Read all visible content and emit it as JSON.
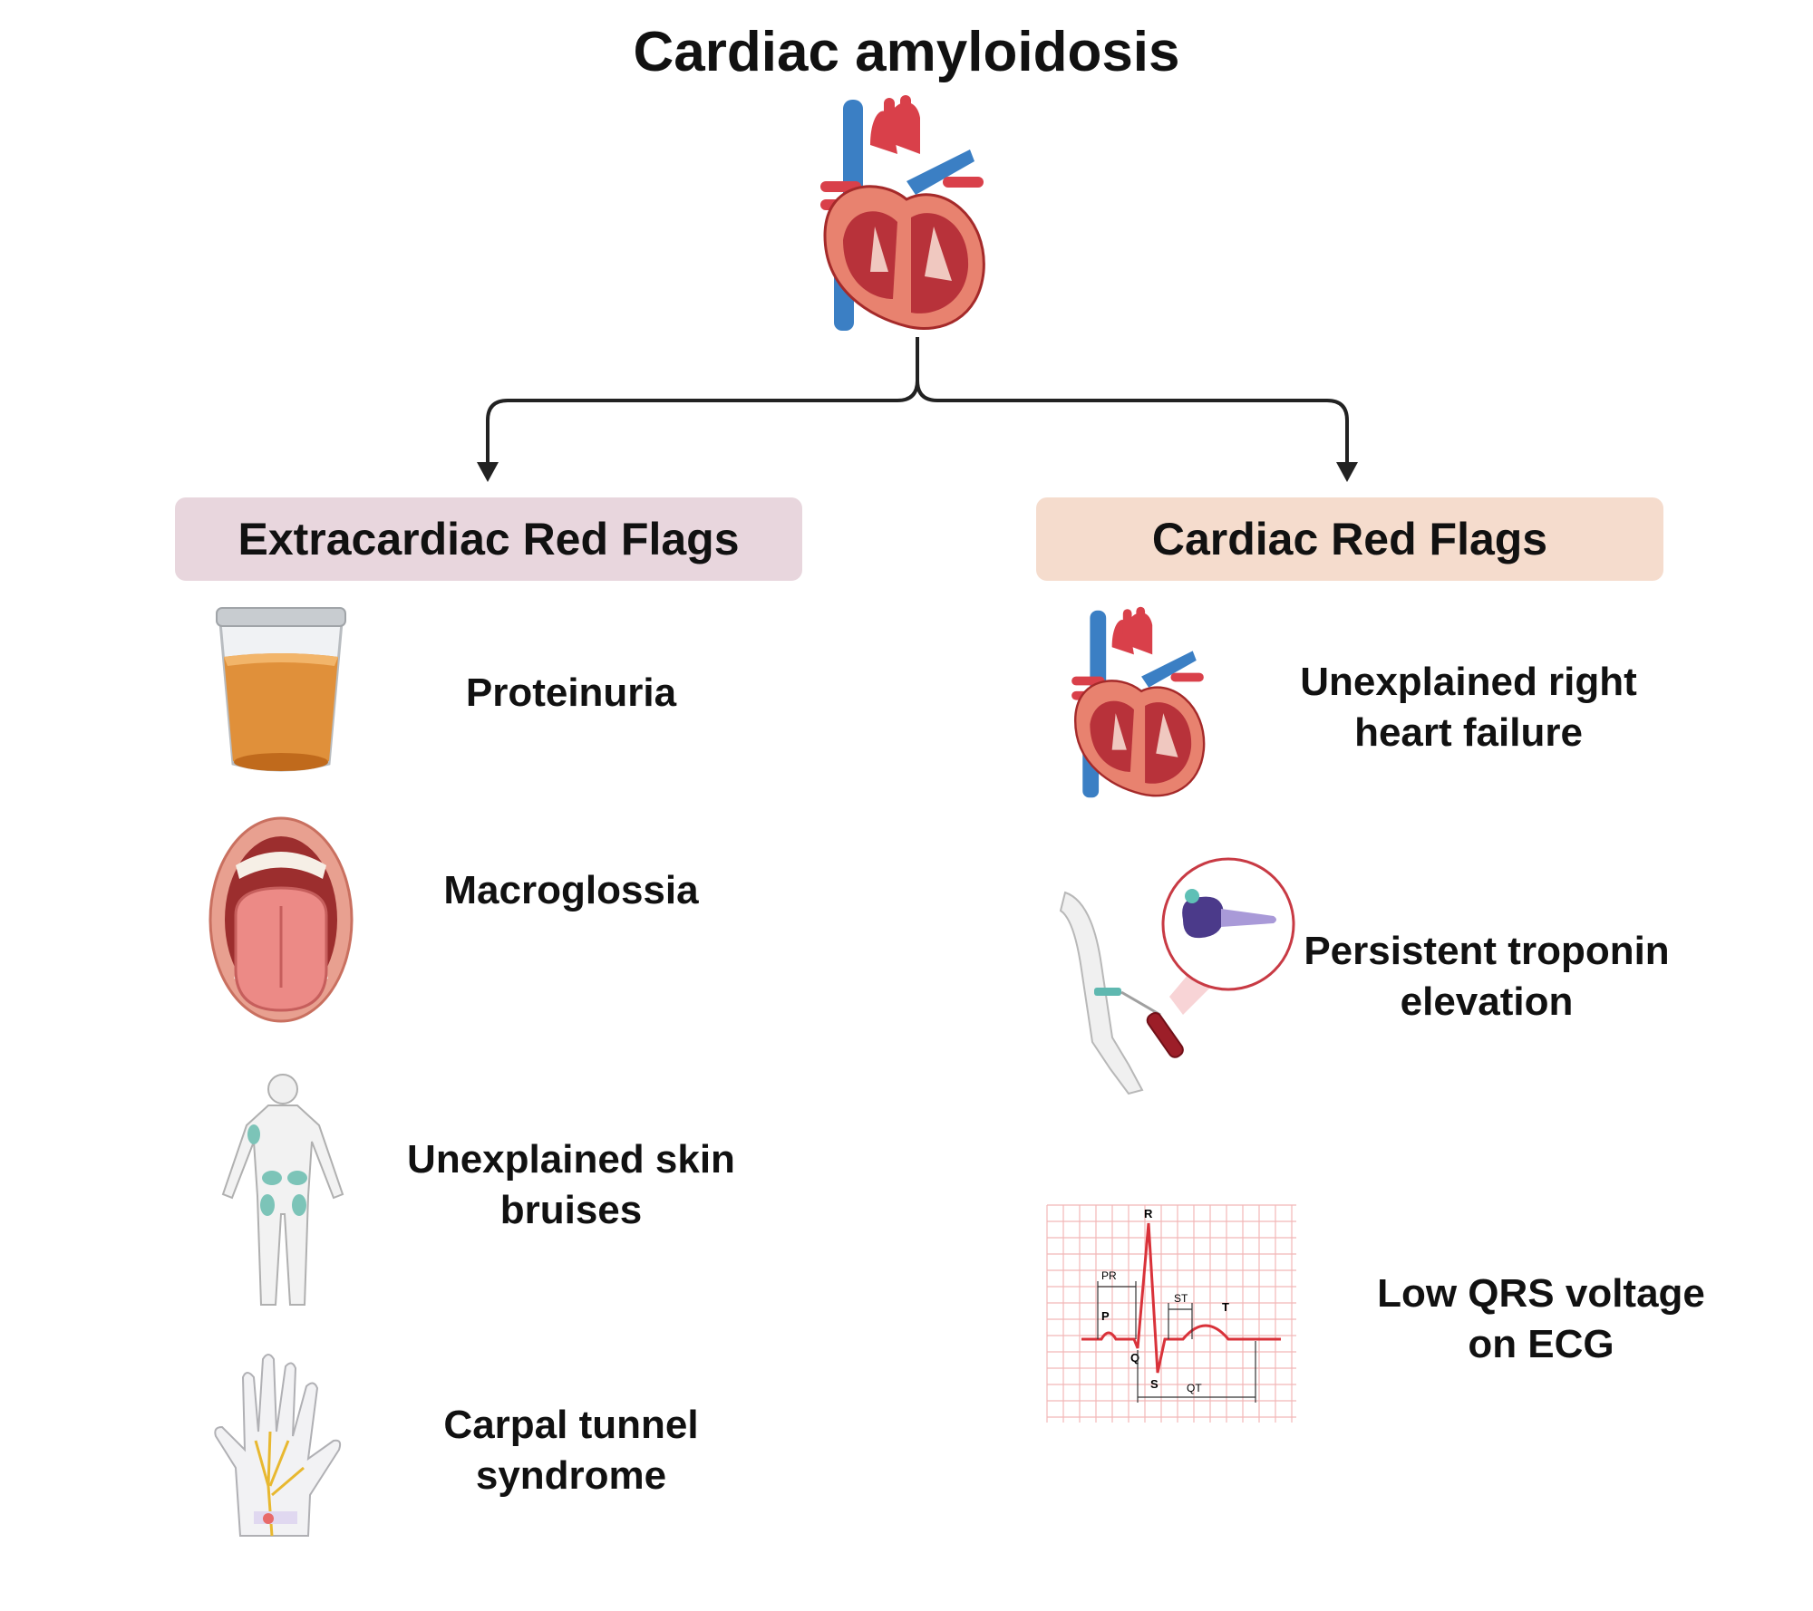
{
  "title": "Cardiac amyloidosis",
  "colors": {
    "extracardiac_header": "#e8d6dd",
    "cardiac_header": "#f5dccd",
    "arrow": "#222222",
    "ecg_grid": "#f2b8b8",
    "ecg_trace": "#d9323a"
  },
  "extracardiac": {
    "header": "Extracardiac Red Flags",
    "items": [
      {
        "label": "Proteinuria",
        "icon": "urine-cup-icon"
      },
      {
        "label": "Macroglossia",
        "icon": "open-mouth-tongue-icon"
      },
      {
        "label": "Unexplained skin\nbruises",
        "icon": "human-body-icon"
      },
      {
        "label": "Carpal tunnel\nsyndrome",
        "icon": "hand-nerve-icon"
      }
    ]
  },
  "cardiac": {
    "header": "Cardiac Red Flags",
    "items": [
      {
        "label": "Unexplained right\nheart failure",
        "icon": "heart-icon"
      },
      {
        "label": "Persistent troponin\nelevation",
        "icon": "blood-draw-troponin-icon"
      },
      {
        "label": "Low QRS voltage\non ECG",
        "icon": "ecg-icon"
      }
    ]
  },
  "ecg_labels": {
    "P": "P",
    "Q": "Q",
    "R": "R",
    "S": "S",
    "T": "T",
    "PR": "PR",
    "ST": "ST",
    "QT": "QT"
  }
}
